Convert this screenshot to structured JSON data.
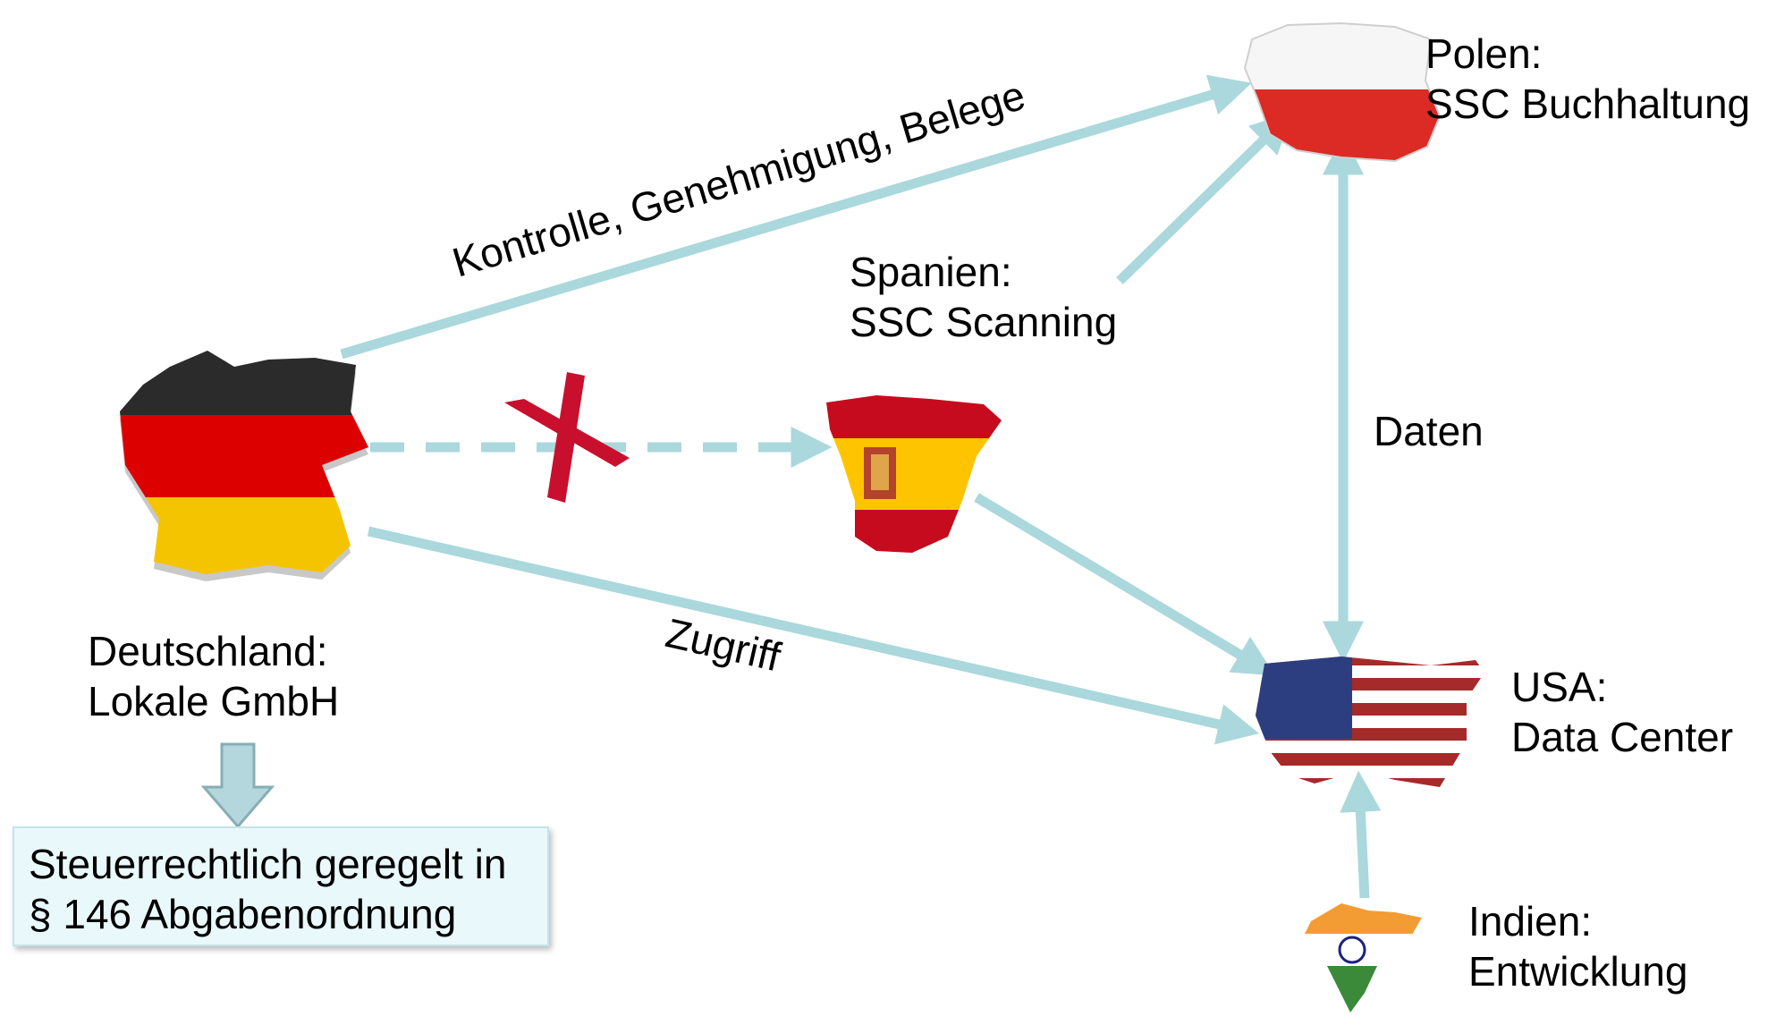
{
  "colors": {
    "arrow": "#aad8dc",
    "cross": "#c8102e",
    "note_bg": "#e9f8fb",
    "note_border": "#c6e3ea"
  },
  "nodes": {
    "germany": {
      "name": "Deutschland:",
      "role": "Lokale GmbH",
      "icon": "germany-flag-map"
    },
    "poland": {
      "name": "Polen:",
      "role": "SSC Buchhaltung",
      "icon": "poland-flag-map"
    },
    "spain": {
      "name": "Spanien:",
      "role": "SSC Scanning",
      "icon": "spain-flag-map"
    },
    "usa": {
      "name": "USA:",
      "role": "Data Center",
      "icon": "usa-flag-map"
    },
    "india": {
      "name": "Indien:",
      "role": "Entwicklung",
      "icon": "india-flag-map"
    }
  },
  "edges": {
    "germany_poland": "Kontrolle, Genehmigung, Belege",
    "germany_usa": "Zugriff",
    "poland_usa": "Daten",
    "germany_spain_blocked": true
  },
  "note": {
    "line1": "Steuerrechtlich geregelt in",
    "line2": "§ 146 Abgabenordnung"
  }
}
